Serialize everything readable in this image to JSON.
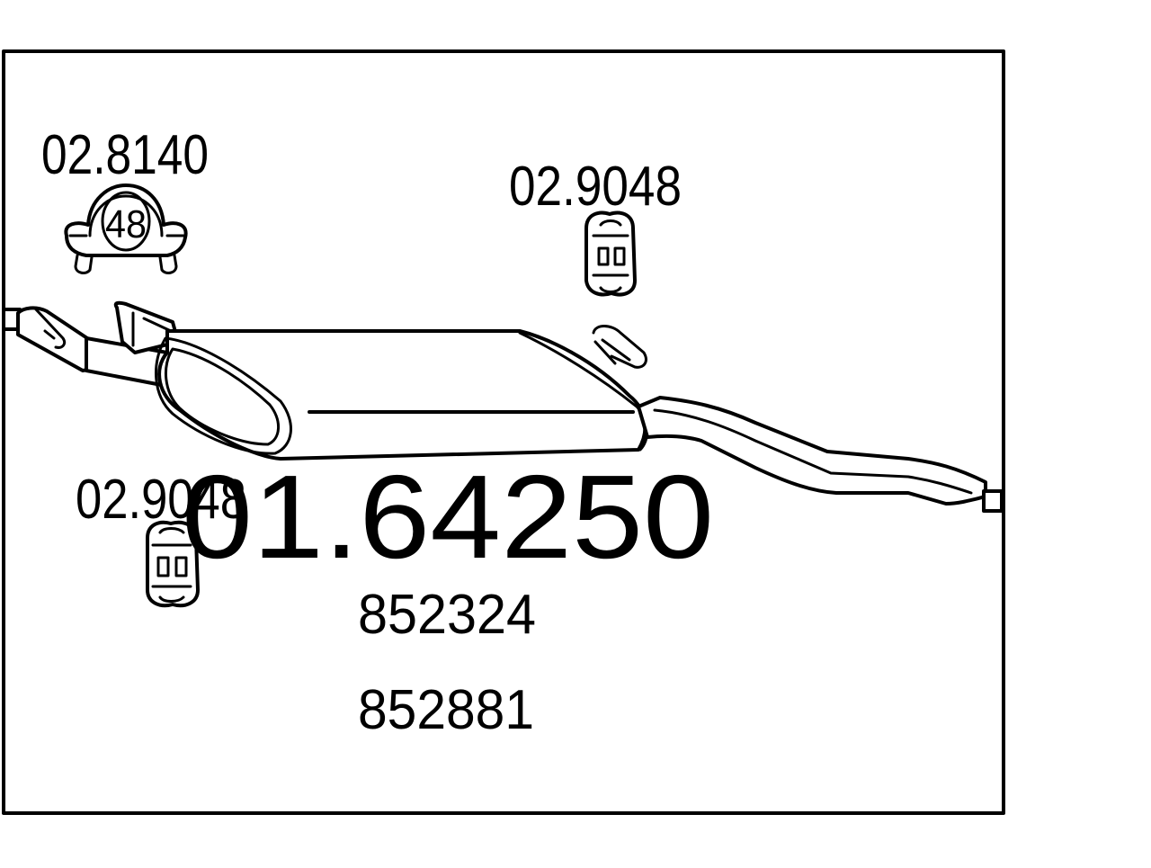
{
  "diagram": {
    "main_part_number": "01.64250",
    "oe_numbers": [
      "852324",
      "852881"
    ],
    "clamp": {
      "part_number": "02.8140",
      "size_label": "48"
    },
    "hanger_top": {
      "part_number": "02.9048"
    },
    "hanger_left": {
      "part_number": "02.9048"
    }
  },
  "colors": {
    "line": "#000000",
    "background": "#ffffff"
  }
}
